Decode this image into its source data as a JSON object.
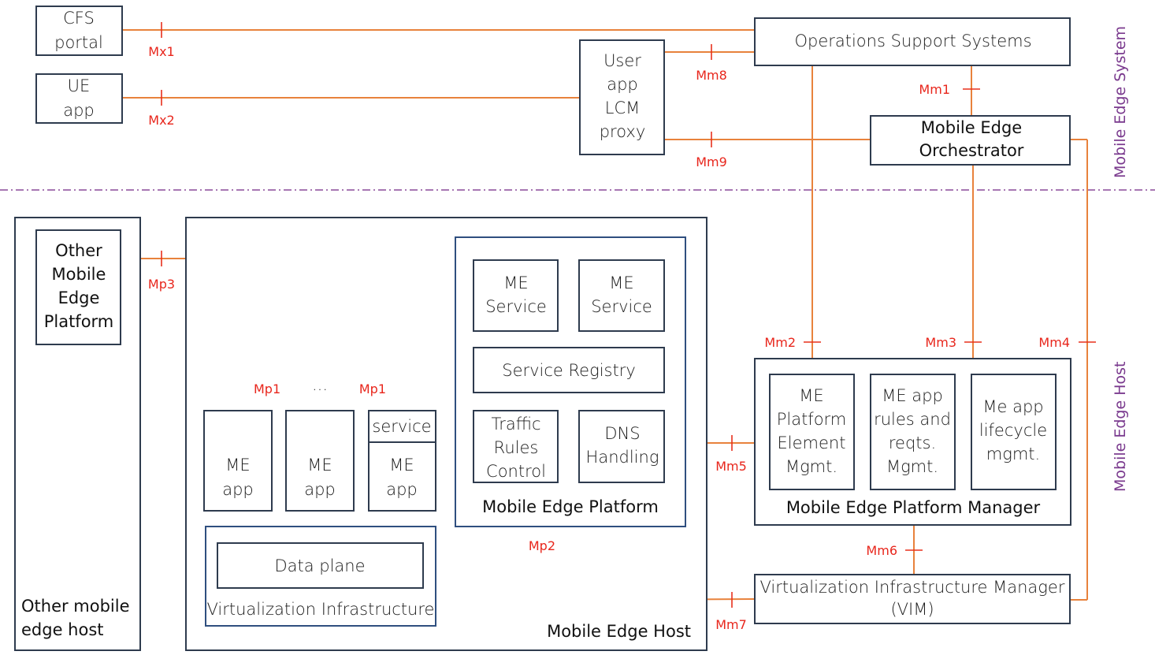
{
  "system_label": "Mobile Edge System",
  "host_label": "Mobile Edge Host",
  "boxes": {
    "cfs_portal": [
      "CFS",
      "portal"
    ],
    "ue_app": [
      "UE",
      "app"
    ],
    "user_app_lcm_proxy": [
      "User",
      "app",
      "LCM",
      "proxy"
    ],
    "oss": [
      "Operations Support Systems"
    ],
    "meo": [
      "Mobile Edge",
      "Orchestrator"
    ],
    "other_mep": [
      "Other",
      "Mobile",
      "Edge",
      "Platform"
    ],
    "other_host": [
      "Other mobile",
      "edge host"
    ],
    "me_host": [
      "Mobile Edge Host"
    ],
    "mep": [
      "Mobile Edge Platform"
    ],
    "me_service_1": [
      "ME",
      "Service"
    ],
    "me_service_2": [
      "ME",
      "Service"
    ],
    "service_registry": [
      "Service Registry"
    ],
    "traffic_rules": [
      "Traffic",
      "Rules",
      "Control"
    ],
    "dns_handling": [
      "DNS",
      "Handling"
    ],
    "me_app_1": [
      "ME",
      "app"
    ],
    "me_app_2": [
      "ME",
      "app"
    ],
    "me_app_3": [
      "ME",
      "app"
    ],
    "service_tab": [
      "service"
    ],
    "ellipsis": [
      "..."
    ],
    "data_plane": [
      "Data plane"
    ],
    "virt_infra": [
      "Virtualization Infrastructure"
    ],
    "mepm": [
      "Mobile Edge Platform Manager"
    ],
    "me_platform_elem": [
      "ME",
      "Platform",
      "Element",
      "Mgmt."
    ],
    "me_app_rules": [
      "ME app",
      "rules and",
      "reqts.",
      "Mgmt."
    ],
    "me_app_lifecycle": [
      "Me app",
      "lifecycle",
      "mgmt."
    ],
    "vim": [
      "Virtualization Infrastructure Manager",
      "(VIM)"
    ]
  },
  "reference_points": {
    "mx1": "Mx1",
    "mx2": "Mx2",
    "mm8": "Mm8",
    "mm9": "Mm9",
    "mm1": "Mm1",
    "mp3": "Mp3",
    "mp1a": "Mp1",
    "mp1b": "Mp1",
    "mm2": "Mm2",
    "mm3": "Mm3",
    "mm4": "Mm4",
    "mm5": "Mm5",
    "mp2": "Mp2",
    "mm6": "Mm6",
    "mm7": "Mm7"
  },
  "colors": {
    "link": "#e8823c",
    "reference": "#e8261c",
    "box": "#2e3b4e",
    "side_label": "#7a3a8e"
  }
}
